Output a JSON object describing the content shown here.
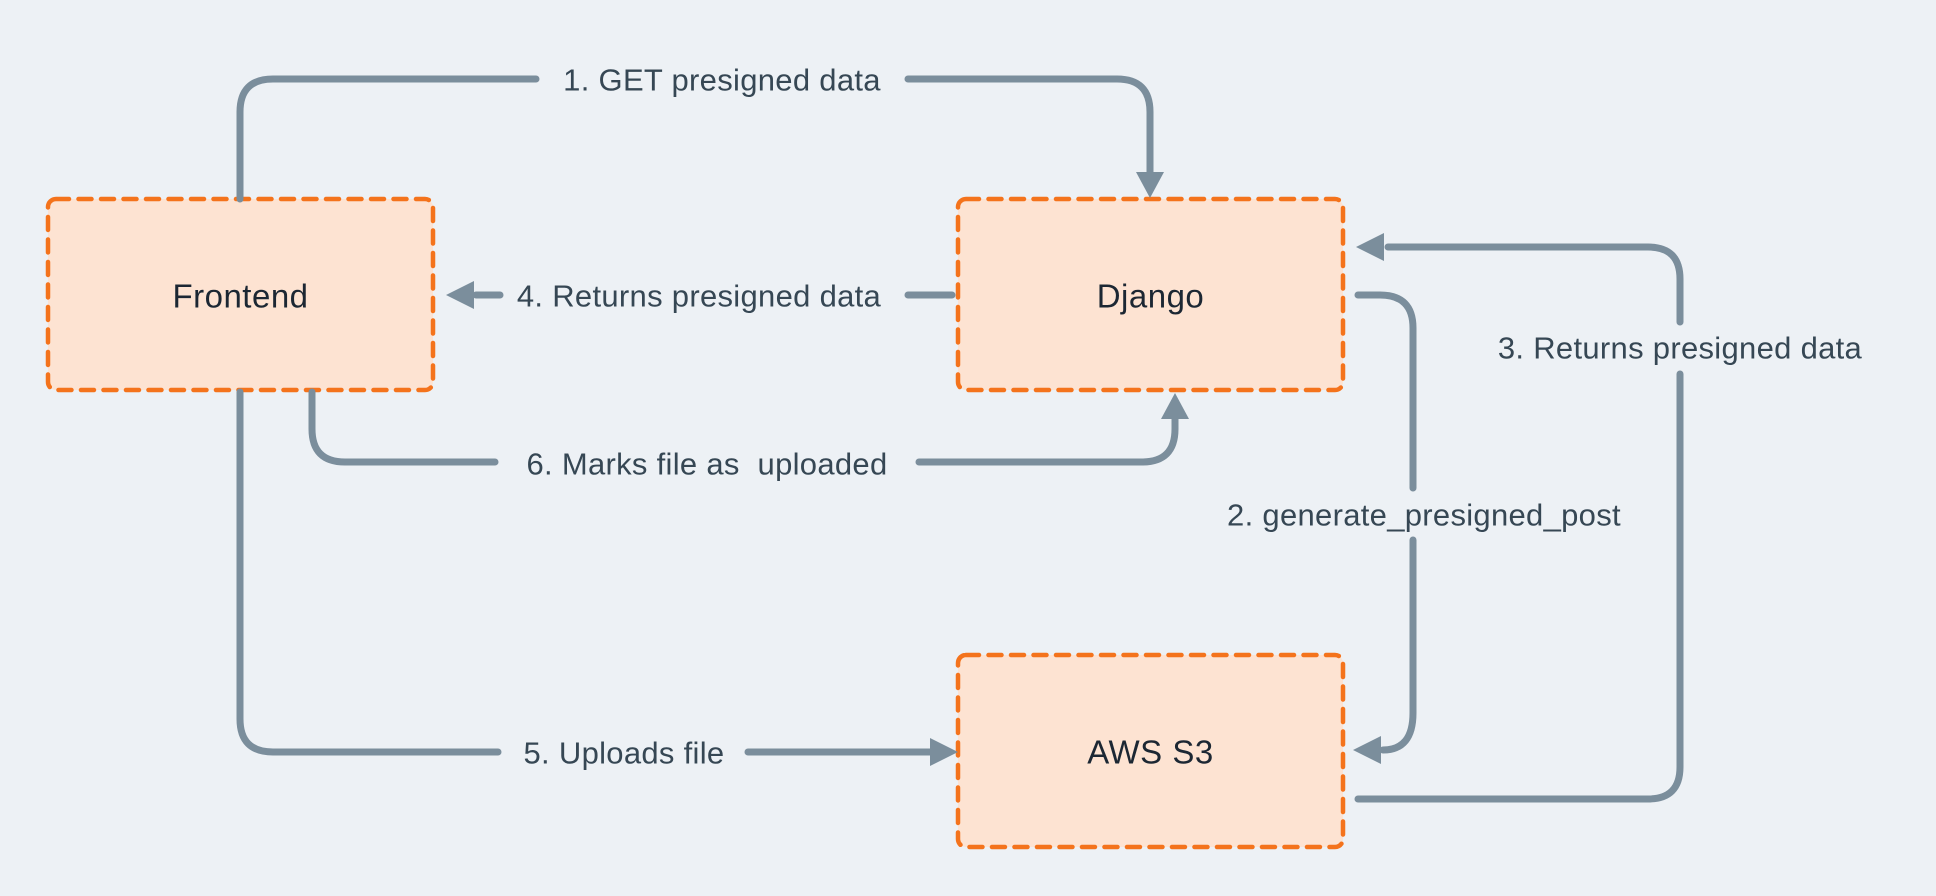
{
  "theme": {
    "bg": "#edf1f5",
    "node-fill": "#fde3d2",
    "node-border": "#f4731c",
    "arrow": "#7b8e9c",
    "step-text": "#364754",
    "node-text": "#1c2733"
  },
  "diagram": {
    "nodes": [
      {
        "id": "frontend",
        "label": "Frontend"
      },
      {
        "id": "django",
        "label": "Django"
      },
      {
        "id": "aws-s3",
        "label": "AWS S3"
      }
    ],
    "steps": [
      {
        "num": "1",
        "label": "1. GET presigned data",
        "from": "frontend",
        "to": "django"
      },
      {
        "num": "2",
        "label": "2. generate_presigned_post",
        "from": "django",
        "to": "aws-s3"
      },
      {
        "num": "3",
        "label": "3. Returns presigned data",
        "from": "aws-s3",
        "to": "django"
      },
      {
        "num": "4",
        "label": "4. Returns presigned data",
        "from": "django",
        "to": "frontend"
      },
      {
        "num": "5",
        "label": "5. Uploads file",
        "from": "frontend",
        "to": "aws-s3"
      },
      {
        "num": "6",
        "label": "6. Marks file as  uploaded",
        "from": "frontend",
        "to": "django"
      }
    ]
  }
}
